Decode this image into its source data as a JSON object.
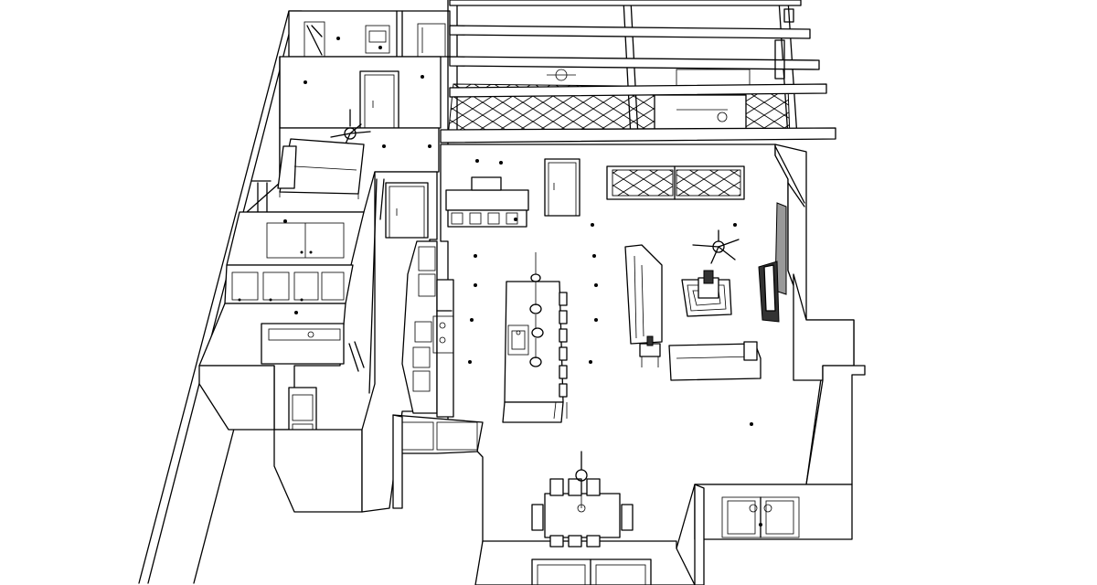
{
  "rooms": [
    {
      "id": "utility-closet"
    },
    {
      "id": "hall-closet"
    },
    {
      "id": "bedroom"
    },
    {
      "id": "wardrobe"
    },
    {
      "id": "bathroom"
    },
    {
      "id": "kitchen"
    },
    {
      "id": "living-room"
    },
    {
      "id": "dining-area"
    },
    {
      "id": "patio"
    }
  ],
  "colors": {
    "line": "#000000",
    "wall_fill": "#ffffff",
    "tv_panel": "#333333"
  }
}
